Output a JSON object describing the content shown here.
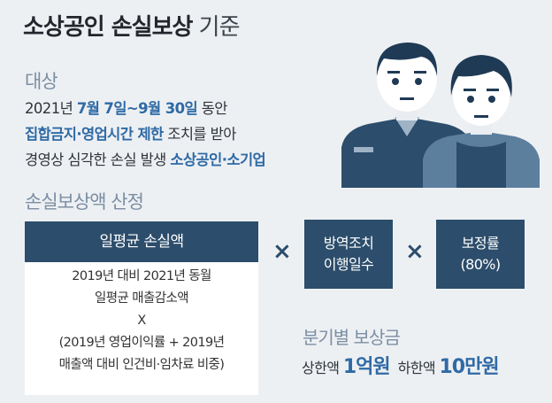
{
  "title": {
    "bold": "소상공인 손실보상",
    "light": " 기준"
  },
  "target": {
    "label": "대상",
    "line1_pre": "2021년 ",
    "line1_hl": "7월 7일~9월 30일",
    "line1_post": " 동안",
    "line2_hl": "집합금지·영업시간 제한",
    "line2_post": " 조치를 받아",
    "line3_pre": "경영상 심각한 손실 발생 ",
    "line3_hl": "소상공인·소기업"
  },
  "calc": {
    "label": "손실보상액 산정",
    "box1_title": "일평균 손실액",
    "box1_lines": [
      "2019년 대비 2021년 동월",
      "일평균 매출감소액",
      "X",
      "(2019년 영업이익률 + 2019년",
      "매출액 대비 인건비·임차료 비중)"
    ],
    "times_symbol": "×",
    "box2_line1": "방역조치",
    "box2_line2": "이행일수",
    "box3_line1": "보정률",
    "box3_line2": "(80%)"
  },
  "quarter": {
    "label": "분기별 보상금",
    "upper_pre": "상한액 ",
    "upper_val": "1억원",
    "lower_pre": "하한액 ",
    "lower_val": "10만원"
  },
  "colors": {
    "navy": "#2c4d6b",
    "accent": "#2f6aa5",
    "muted": "#7b8ea3",
    "bg": "#edf0f3"
  },
  "icons": [
    "man-figure-icon",
    "woman-figure-icon"
  ]
}
